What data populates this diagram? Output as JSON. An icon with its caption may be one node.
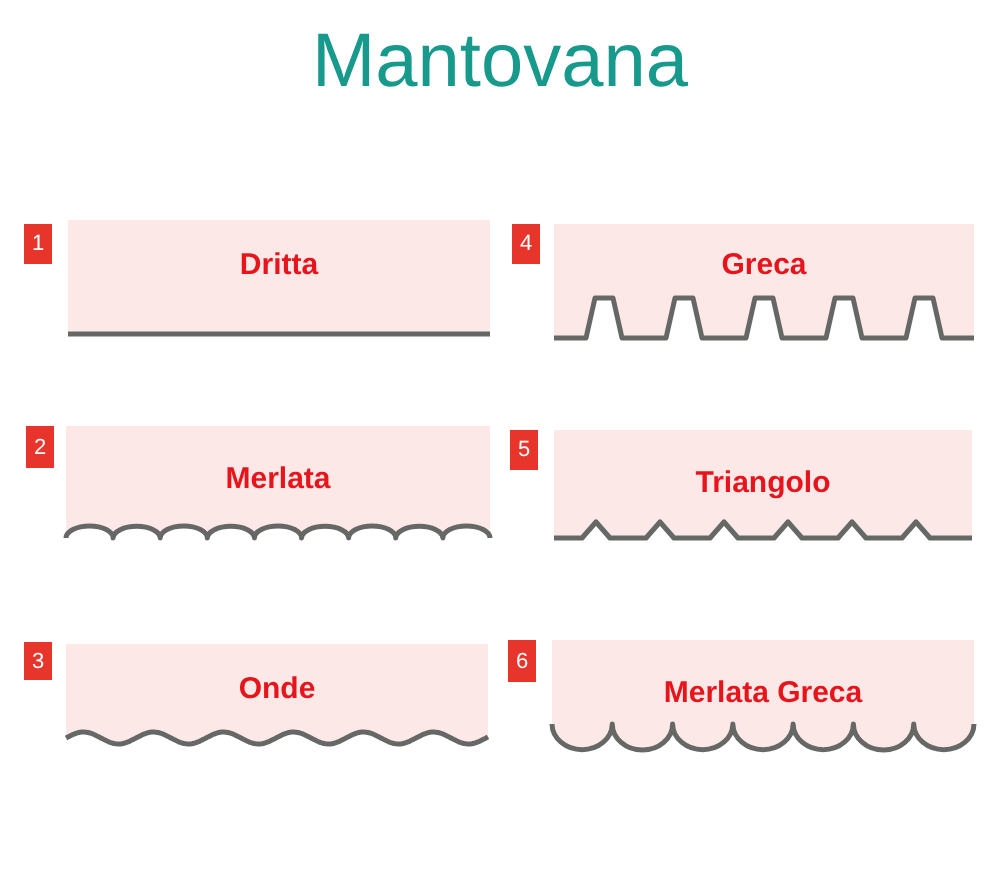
{
  "diagram": {
    "title": "Mantovana",
    "nodes": [
      {
        "text": [
          "1"
        ]
      },
      {
        "text": [
          "Dritta"
        ]
      },
      {
        "text": [
          "4"
        ]
      },
      {
        "text": [
          "Greca"
        ]
      },
      {
        "text": [
          "2"
        ]
      },
      {
        "text": [
          "Merlata"
        ]
      },
      {
        "text": [
          "5"
        ]
      },
      {
        "text": [
          "Triangolo"
        ]
      },
      {
        "text": [
          "3"
        ]
      },
      {
        "text": [
          "Onde"
        ]
      },
      {
        "text": [
          "6"
        ]
      },
      {
        "text": [
          "Merlata Greca"
        ]
      }
    ]
  }
}
